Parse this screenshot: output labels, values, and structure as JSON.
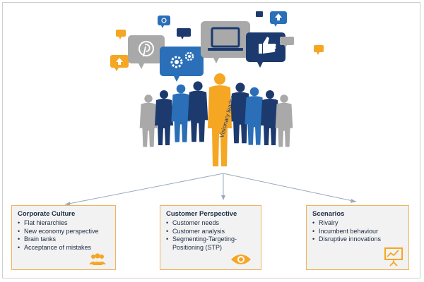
{
  "figure": {
    "leader_label": "Visionary leader"
  },
  "boxes": [
    {
      "title": "Corporate Culture",
      "items": [
        "Flat hierarchies",
        "New economy perspective",
        "Brain tanks",
        "Acceptance of mistakes"
      ],
      "icon": "people-group-icon"
    },
    {
      "title": "Customer Perspective",
      "items": [
        "Customer needs",
        "Customer analysis",
        "Segmenting-Targeting-Positioning (STP)"
      ],
      "icon": "eye-icon"
    },
    {
      "title": "Scenarios",
      "items": [
        "Rivalry",
        "Incumbent behaviour",
        "Disruptive innovations"
      ],
      "icon": "presentation-chart-icon"
    }
  ],
  "colors": {
    "accent": "#f5a623",
    "navy": "#1c3a6e",
    "blue": "#2a6fb8",
    "gray": "#a9a9a9",
    "box_bg": "#f2f2f2",
    "box_border": "#f0b35a"
  },
  "bubble_icons": [
    "pinterest-icon",
    "gear-icon",
    "laptop-icon",
    "thumbs-up-icon",
    "chat-icon",
    "upload-icon",
    "location-icon"
  ]
}
